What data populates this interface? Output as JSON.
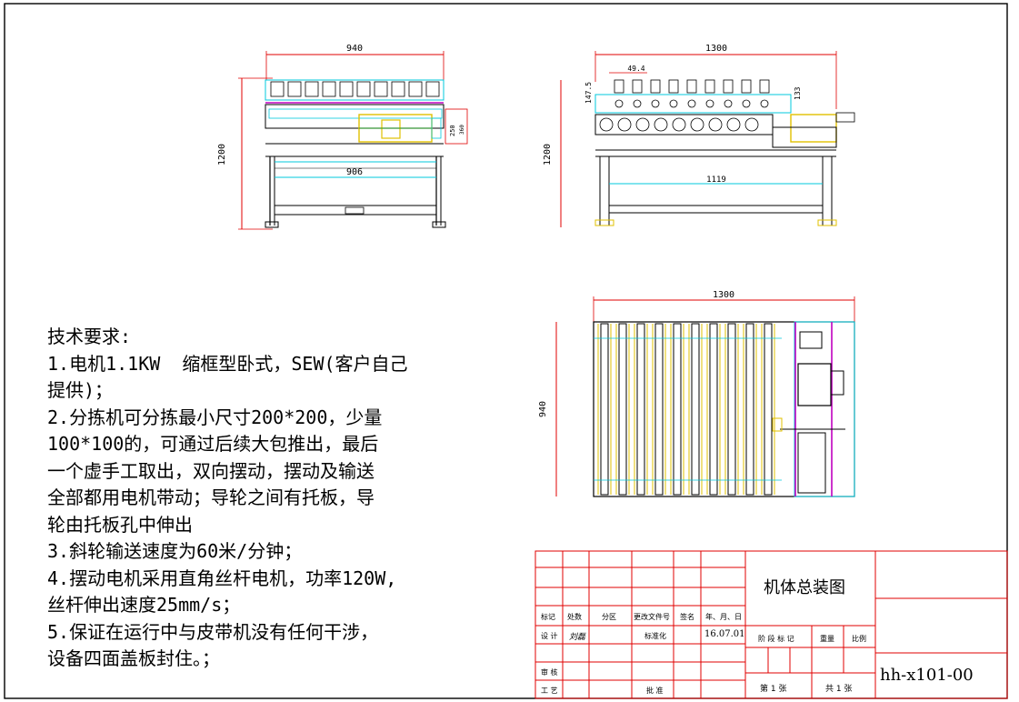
{
  "views": {
    "left": {
      "dim_top": "940",
      "dim_height": "1200",
      "dim_inner": "906",
      "dim_right1": "250",
      "dim_right2": "360"
    },
    "front": {
      "dim_top": "1300",
      "dim_pitch": "49.4",
      "dim_left1": "147.5",
      "dim_right": "133",
      "dim_height": "1200",
      "dim_inner": "1119"
    },
    "top": {
      "dim_top": "1300",
      "dim_height": "940"
    }
  },
  "requirements": {
    "title": "技术要求:",
    "lines": [
      "1.电机1.1KW  缩框型卧式，SEW(客户自己",
      "提供)；",
      "2.分拣机可分拣最小尺寸200*200，少量",
      "100*100的，可通过后续大包推出，最后",
      "一个虚手工取出，双向摆动，摆动及输送",
      "全部都用电机带动；导轮之间有托板，导",
      "轮由托板孔中伸出",
      "3.斜轮输送速度为60米/分钟；",
      "4.摆动电机采用直角丝杆电机，功率120W,",
      "丝杆伸出速度25mm/s；",
      "5.保证在运行中与皮带机没有任何干涉，",
      "设备四面盖板封住。；"
    ]
  },
  "title_block": {
    "drawing_title": "机体总装图",
    "drawing_number": "hh-x101-00",
    "labels": {
      "mark": "标记",
      "count": "处数",
      "zone": "分区",
      "doc_no": "更改文件号",
      "sign": "签名",
      "date": "年、月、日",
      "design": "设 计",
      "designer": "刘磊",
      "standard": "标准化",
      "design_date": "16.07.01",
      "stage_mark": "阶 段 标 记",
      "weight": "重量",
      "scale": "比例",
      "review": "审 核",
      "process": "工 艺",
      "approve": "批 准",
      "sheet": "第 1 张",
      "total": "共 1 张"
    }
  },
  "colors": {
    "cyan": "#00c8dc",
    "red": "#e00000",
    "magenta": "#c000c0",
    "yellow": "#e0c000",
    "green": "#00a000"
  }
}
